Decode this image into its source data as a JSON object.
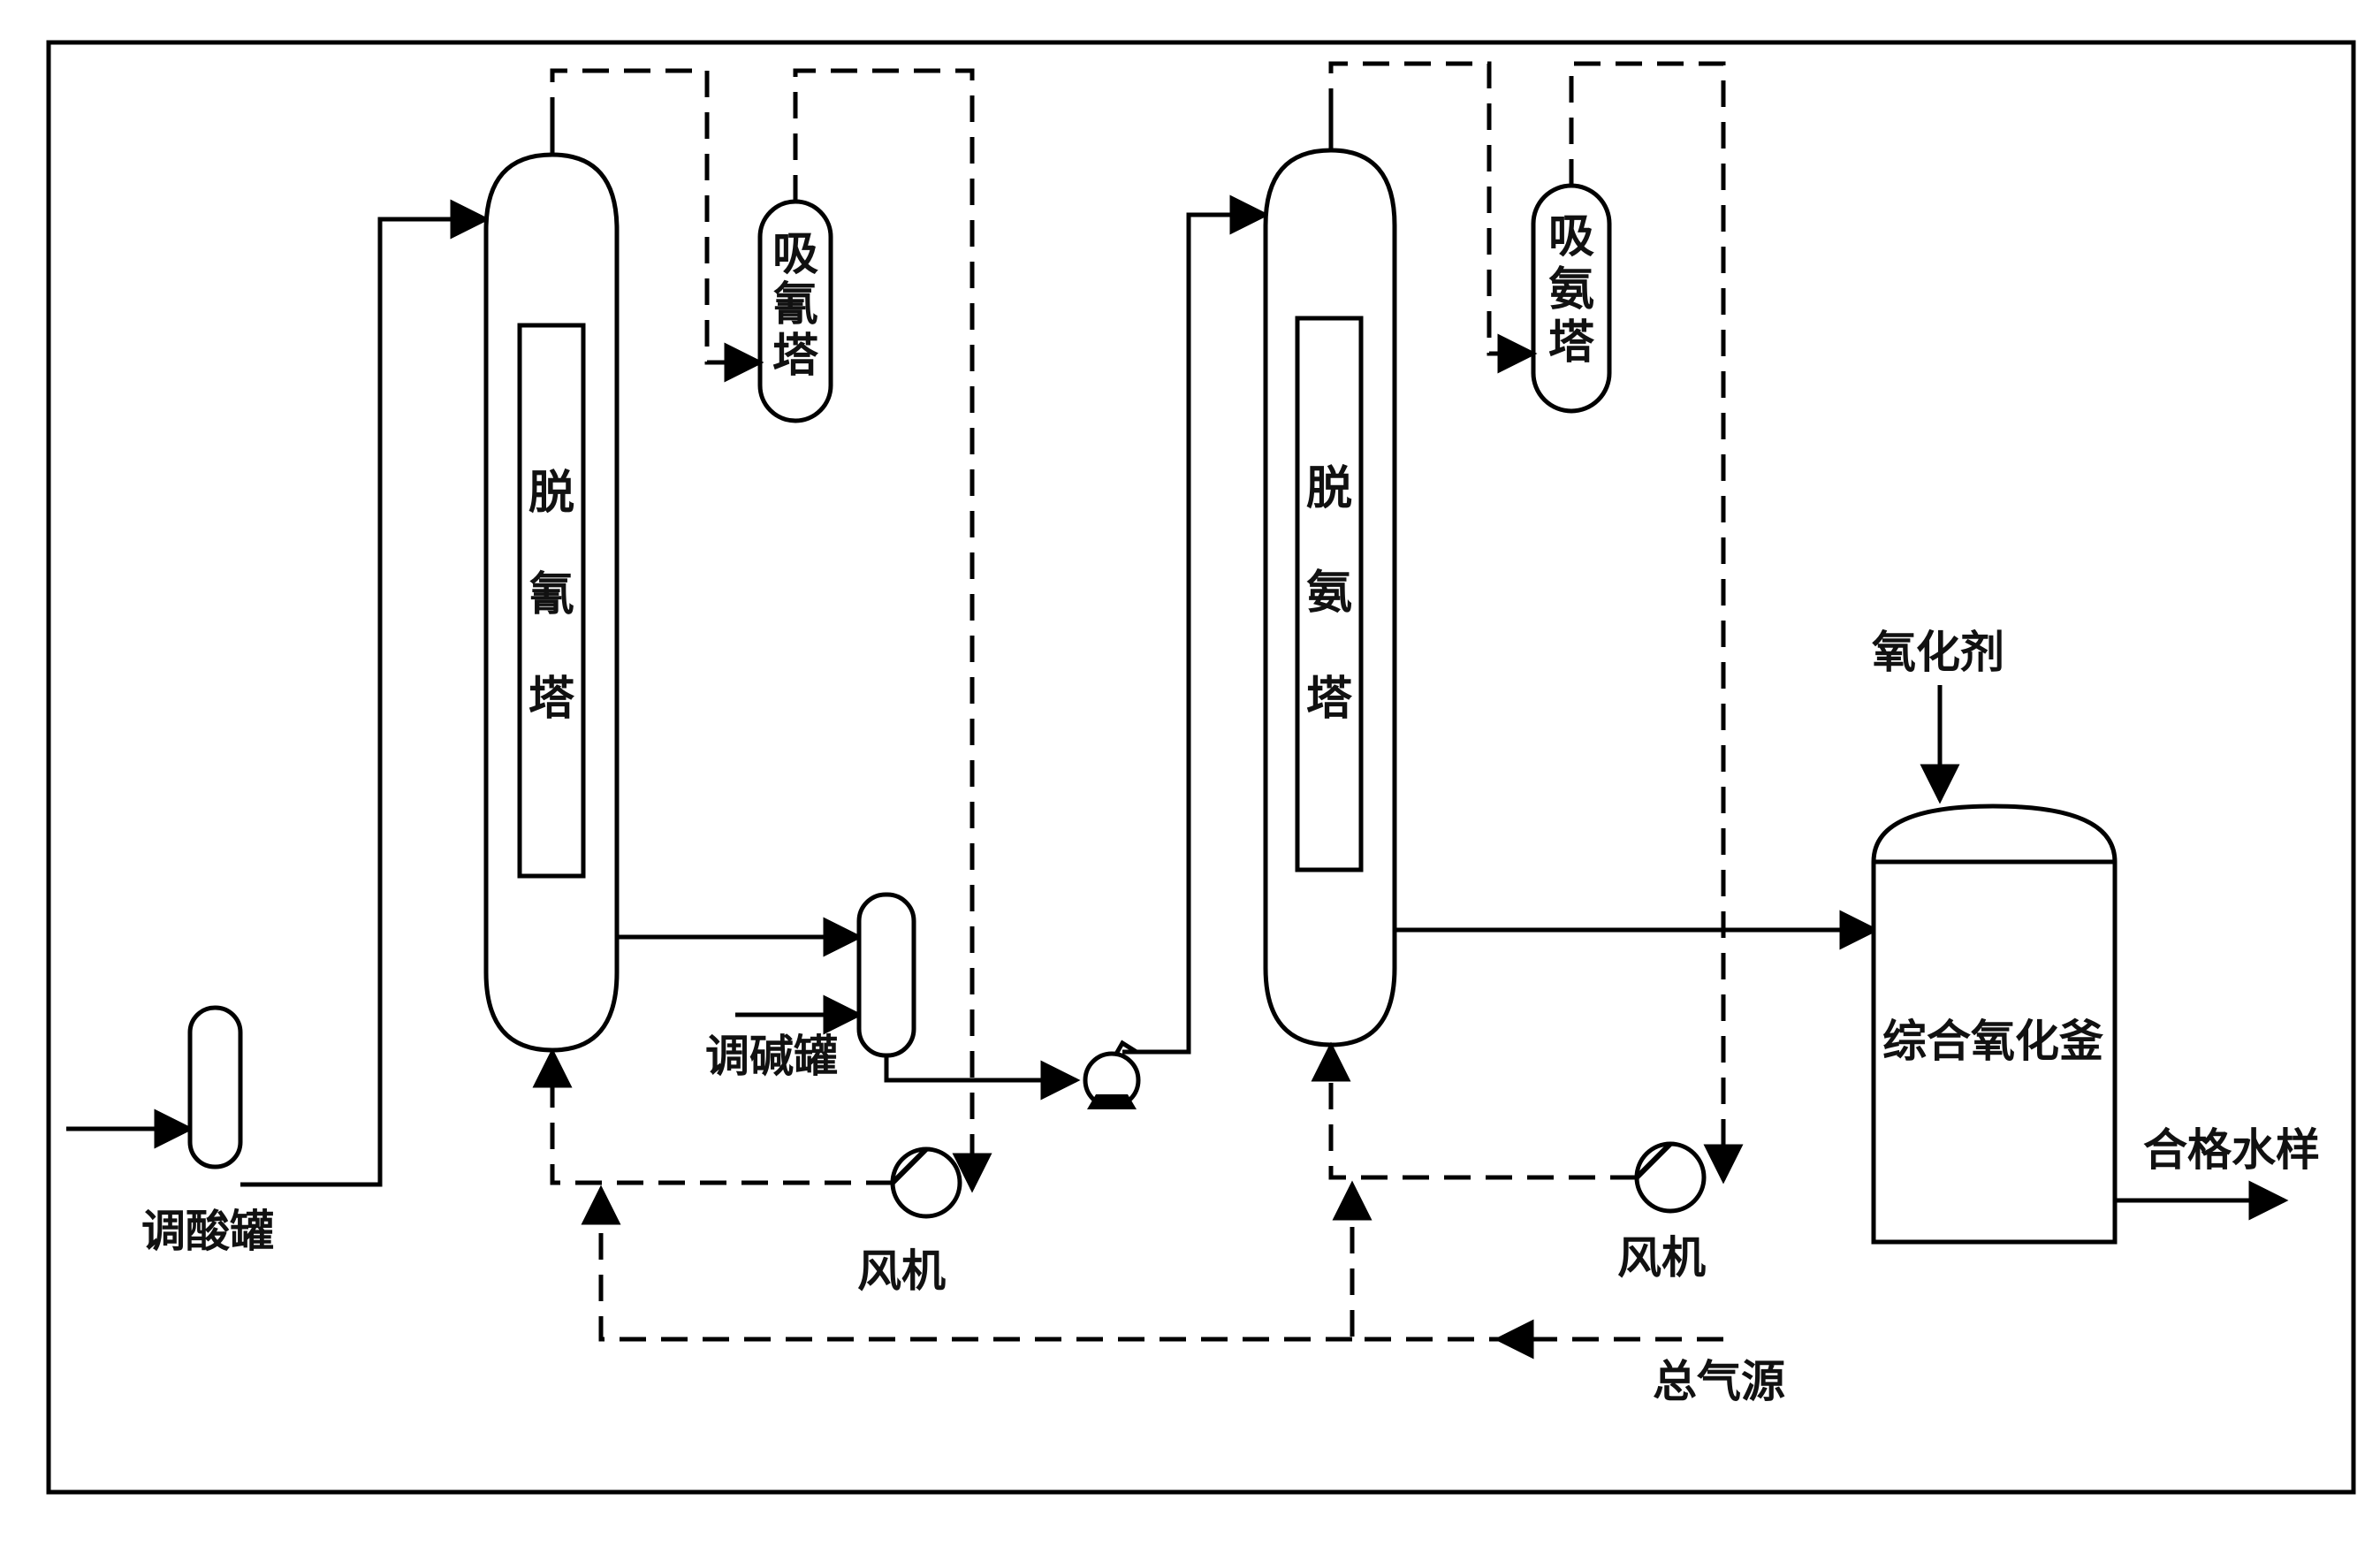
{
  "labels": {
    "acid_tank": "调酸罐",
    "stripping_tower_1": [
      "脱",
      "氰",
      "塔"
    ],
    "absorber_1": [
      "吸",
      "氰",
      "塔"
    ],
    "alkali_tank": "调碱罐",
    "fan_1": "风机",
    "stripping_tower_2": [
      "脱",
      "氨",
      "塔"
    ],
    "absorber_2": [
      "吸",
      "氨",
      "塔"
    ],
    "fan_2": "风机",
    "main_gas_source": "总气源",
    "oxidant": "氧化剂",
    "oxidation_kettle": "综合氧化釜",
    "qualified_water": "合格水样"
  },
  "colors": {
    "line": "#000000",
    "background": "#ffffff"
  }
}
